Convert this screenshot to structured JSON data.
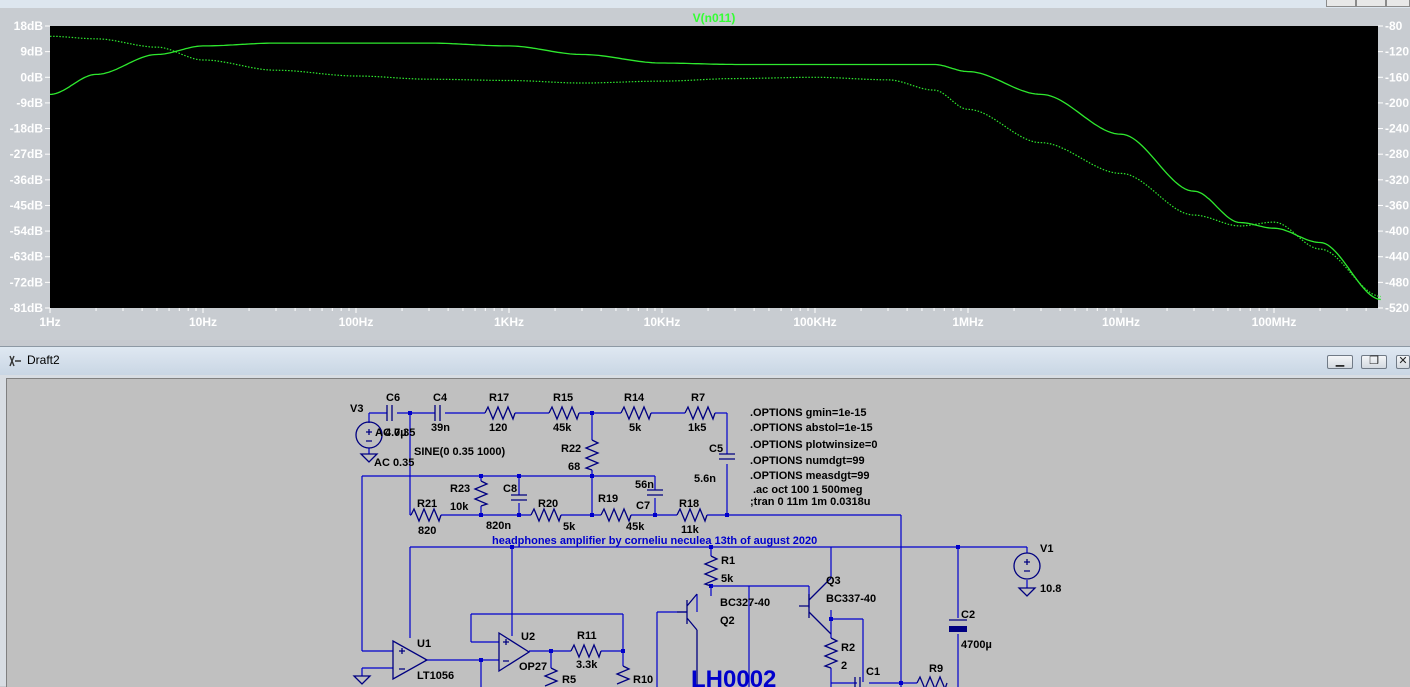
{
  "plot": {
    "trace_name": "V(n011)",
    "left_axis": [
      "18dB",
      "9dB",
      "0dB",
      "-9dB",
      "-18dB",
      "-27dB",
      "-36dB",
      "-45dB",
      "-54dB",
      "-63dB",
      "-72dB",
      "-81dB"
    ],
    "right_axis": [
      "-80",
      "-120",
      "-160",
      "-200",
      "-240",
      "-280",
      "-320",
      "-360",
      "-400",
      "-440",
      "-480",
      "-520"
    ],
    "x_axis": [
      "1Hz",
      "10Hz",
      "100Hz",
      "1KHz",
      "10KHz",
      "100KHz",
      "1MHz",
      "10MHz",
      "100MHz"
    ],
    "colors": {
      "background": "#000000",
      "trace": "#2ee82e",
      "title": "#33ff33",
      "axis": "#ffffff"
    }
  },
  "chart_data": {
    "type": "line",
    "title": "V(n011)",
    "x_scale": "log",
    "xlim": [
      "1Hz",
      "500MHz"
    ],
    "ylim_left_db": [
      -81,
      18
    ],
    "ylim_right_deg": [
      -520,
      -80
    ],
    "series": [
      {
        "name": "V(n011)",
        "unit": "dB",
        "x": [
          1,
          2,
          5,
          10,
          30,
          100,
          300,
          1000,
          3000,
          10000,
          30000,
          100000,
          300000,
          600000,
          1000000,
          3000000,
          10000000,
          30000000,
          60000000,
          100000000,
          200000000,
          500000000
        ],
        "values": [
          -6,
          1,
          8,
          11,
          12,
          12,
          12,
          11,
          8,
          5,
          4.5,
          4.5,
          4.5,
          4.5,
          2,
          -6,
          -20,
          -40,
          -51,
          -53,
          -58,
          -78
        ]
      },
      {
        "name": "phase",
        "unit": "deg",
        "x": [
          1,
          2,
          5,
          10,
          30,
          100,
          300,
          1000,
          3000,
          10000,
          30000,
          100000,
          300000,
          600000,
          1000000,
          3000000,
          10000000,
          30000000,
          60000000,
          100000000,
          200000000,
          500000000
        ],
        "values": [
          -96,
          -100,
          -113,
          -133,
          -149,
          -158,
          -163,
          -165,
          -169,
          -166,
          -162,
          -160,
          -164,
          -180,
          -210,
          -262,
          -310,
          -375,
          -392,
          -386,
          -428,
          -502
        ]
      }
    ]
  },
  "schematic": {
    "window_title": "Draft2",
    "labels": {
      "V3": "V3",
      "V3_ac": "AC 0.35",
      "V3_sine": "SINE(0 0.35 1000)",
      "C6": "C6",
      "C6_val": "4.7µ",
      "C4": "C4",
      "C4_val": "39n",
      "R17": "R17",
      "R17_val": "120",
      "R15": "R15",
      "R15_val": "45k",
      "R14": "R14",
      "R14_val": "5k",
      "R7": "R7",
      "R7_val": "1k5",
      "C5": "C5",
      "C5_val": "5.6n",
      "R22": "R22",
      "R22_val": "68",
      "R23": "R23",
      "R23_val": "10k",
      "C8": "C8",
      "C8_val": "820n",
      "R21": "R21",
      "R21_val": "820",
      "R20": "R20",
      "R20_val": "5k",
      "R19": "R19",
      "R19_val": "45k",
      "C7": "C7",
      "C7_val": "56n",
      "R18": "R18",
      "R18_val": "11k",
      "R1": "R1",
      "R1_val": "5k",
      "Q2": "Q2",
      "Q2_model": "BC327-40",
      "Q3": "Q3",
      "Q3_model": "BC337-40",
      "R2": "R2",
      "R2_val": "2",
      "C1": "C1",
      "R9": "R9",
      "C2": "C2",
      "C2_val": "4700µ",
      "V1": "V1",
      "V1_val": "10.8",
      "U1": "U1",
      "U1_model": "LT1056",
      "U2": "U2",
      "U2_model": "OP27",
      "R11": "R11",
      "R11_val": "3.3k",
      "R5": "R5",
      "R10": "R10",
      "banner": "headphones amplifier by corneliu neculea 13th of august 2020",
      "big_label": "LH0002"
    },
    "directives": [
      ".OPTIONS gmin=1e-15",
      ".OPTIONS abstol=1e-15",
      ".OPTIONS plotwinsize=0",
      ".OPTIONS numdgt=99",
      ".OPTIONS measdgt=99",
      ".ac oct 100 1 500meg",
      ";tran 0 11m 1m 0.0318u"
    ],
    "colors": {
      "wire": "#0000cc",
      "component": "#000080",
      "text": "#000000",
      "banner": "#0000cc"
    }
  }
}
